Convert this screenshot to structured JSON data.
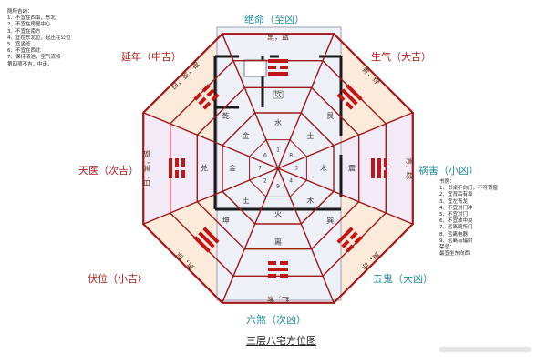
{
  "title": "三层八宅方位图",
  "notes_left": [
    "厕所吉凶：",
    "1、不宜在西南，东北",
    "2、不宜在房屋中心",
    "3、不宜在南方",
    "4、宜在东北位，起压在公位",
    "5、宜坐砥",
    "6、不宜在西北",
    "7、保持清洁，空气流畅",
    "第四项不吉，中走。"
  ],
  "notes_right": [
    "书房：",
    "1、书桌不向门，不可背窗",
    "2、宜背后有靠",
    "3、宜左青龙",
    "4、不宜对门冲",
    "5、不宜对门",
    "6、不宜放中央",
    "7、远离厕所门",
    "8、远离电器",
    "9、远离有辐射",
    "禁忌：",
    "最宜坐东向西"
  ],
  "outer_labels": [
    {
      "id": "jueming",
      "text": "绝命（至凶）",
      "color": "teal"
    },
    {
      "id": "shengqi",
      "text": "生气（大吉）",
      "color": "red"
    },
    {
      "id": "huohai",
      "text": "祸害（小凶）",
      "color": "teal"
    },
    {
      "id": "wugui",
      "text": "五鬼（大凶）",
      "color": "teal"
    },
    {
      "id": "liusha",
      "text": "六煞（次凶）",
      "color": "teal"
    },
    {
      "id": "fuwei",
      "text": "伏位（小吉）",
      "color": "red"
    },
    {
      "id": "tianyi",
      "text": "天医（次吉）",
      "color": "red"
    },
    {
      "id": "yannian",
      "text": "延年（中吉）",
      "color": "red"
    }
  ],
  "sector_text": {
    "north": "黑，蓝",
    "northeast": "青，绿",
    "east": "青，绿",
    "southeast": "黄，赤",
    "south": "红，紫",
    "southwest": "黄，棕",
    "west": "白，金，银",
    "northwest": "白，金，银"
  },
  "inner_ring": {
    "north": "坎",
    "northeast": "艮",
    "east": "震",
    "southeast": "巽",
    "south": "离",
    "southwest": "坤",
    "west": "兑",
    "northwest": "乾"
  },
  "center_ring": {
    "north": "水",
    "northeast": "土",
    "east": "木",
    "southeast": "木",
    "south": "火",
    "southwest": "土",
    "west": "金",
    "northwest": "金"
  },
  "center_digits": [
    "1",
    "8",
    "3",
    "4",
    "9",
    "2",
    "7",
    "6"
  ],
  "trigrams": {
    "north": [
      0,
      1,
      0
    ],
    "northeast": [
      0,
      0,
      1
    ],
    "east": [
      1,
      0,
      0
    ],
    "southeast": [
      1,
      1,
      0
    ],
    "south": [
      1,
      0,
      1
    ],
    "southwest": [
      0,
      0,
      0
    ],
    "west": [
      0,
      1,
      1
    ],
    "northwest": [
      1,
      1,
      1
    ]
  },
  "colors": {
    "frame": "#a01818",
    "wedge_odd": "#fbe6d4",
    "wedge_even": "#f0e6f4",
    "teal": "#1f8f99",
    "red": "#b01a1a",
    "trigram": "#c01616"
  }
}
